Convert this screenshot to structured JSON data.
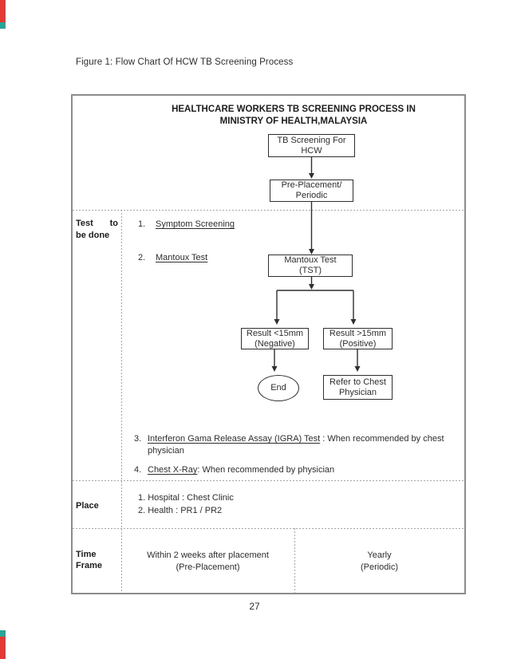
{
  "caption": "Figure 1: Flow Chart Of HCW TB Screening Process",
  "page_number": "27",
  "colors": {
    "edge_mark_red": "#e53935",
    "edge_mark_teal": "#26a69a",
    "table_border_gray": "#8c8c8c",
    "flow_line_dark": "#2f2f2f"
  },
  "table": {
    "title": "HEALTHCARE WORKERS TB SCREENING PROCESS IN\nMINISTRY OF HEALTH,MALAYSIA",
    "flow": {
      "start": "TB Screening For\nHCW",
      "phase": "Pre-Placement/\nPeriodic",
      "mantoux": "Mantoux Test\n(TST)",
      "result_negative": "Result <15mm\n(Negative)",
      "result_positive": "Result >15mm\n(Positive)",
      "end": "End",
      "refer": "Refer to Chest\nPhysician"
    },
    "row_tests": {
      "label_word1": "Test",
      "label_word2": "to",
      "label_line2": "be done",
      "items": [
        {
          "num": "1.",
          "underlined": "Symptom Screening",
          "rest": "",
          "cont": ""
        },
        {
          "num": "2.",
          "underlined": "Mantoux Test",
          "rest": "",
          "cont": ""
        },
        {
          "num": "3.",
          "underlined": "Interferon Gama Release Assay (IGRA) Test",
          "rest": " : When recommended by chest",
          "cont": "physician"
        },
        {
          "num": "4.",
          "underlined": "Chest X-Ray",
          "rest": ": When recommended by physician",
          "cont": ""
        }
      ]
    },
    "row_place": {
      "label": "Place",
      "content": "1. Hospital : Chest Clinic\n2. Health : PR1 / PR2"
    },
    "row_time": {
      "label": "Time\nFrame",
      "pre_placement": "Within 2 weeks after placement\n(Pre-Placement)",
      "periodic": "Yearly\n(Periodic)"
    }
  }
}
